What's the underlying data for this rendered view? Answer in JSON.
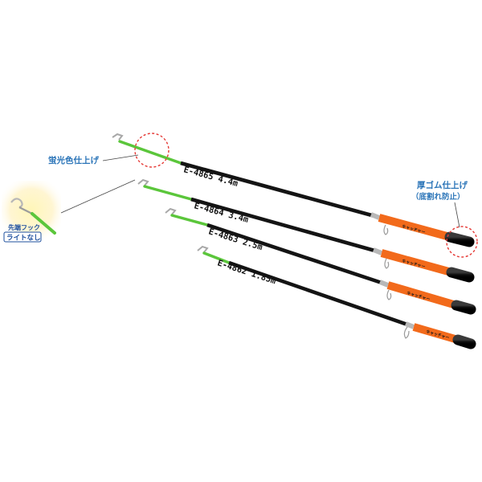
{
  "callouts": {
    "fluorescent_finish": "蛍光色仕上げ",
    "thick_rubber_line1": "厚ゴム仕上げ",
    "thick_rubber_line2": "（底割れ防止）",
    "hook_label": "先端フック",
    "no_light_badge": "ライトなし"
  },
  "rods": [
    {
      "model": "E-4865 4.4m"
    },
    {
      "model": "E-4864 3.4m"
    },
    {
      "model": "E-4863 2.5m"
    },
    {
      "model": "E-4862 1.85m"
    }
  ],
  "handle_text": "キャッチャー",
  "colors": {
    "rod_green": "#5bc63b",
    "rod_black": "#141414",
    "handle_orange": "#f26a1b",
    "callout_blue": "#2a74b8",
    "circle_red": "#e53935"
  }
}
